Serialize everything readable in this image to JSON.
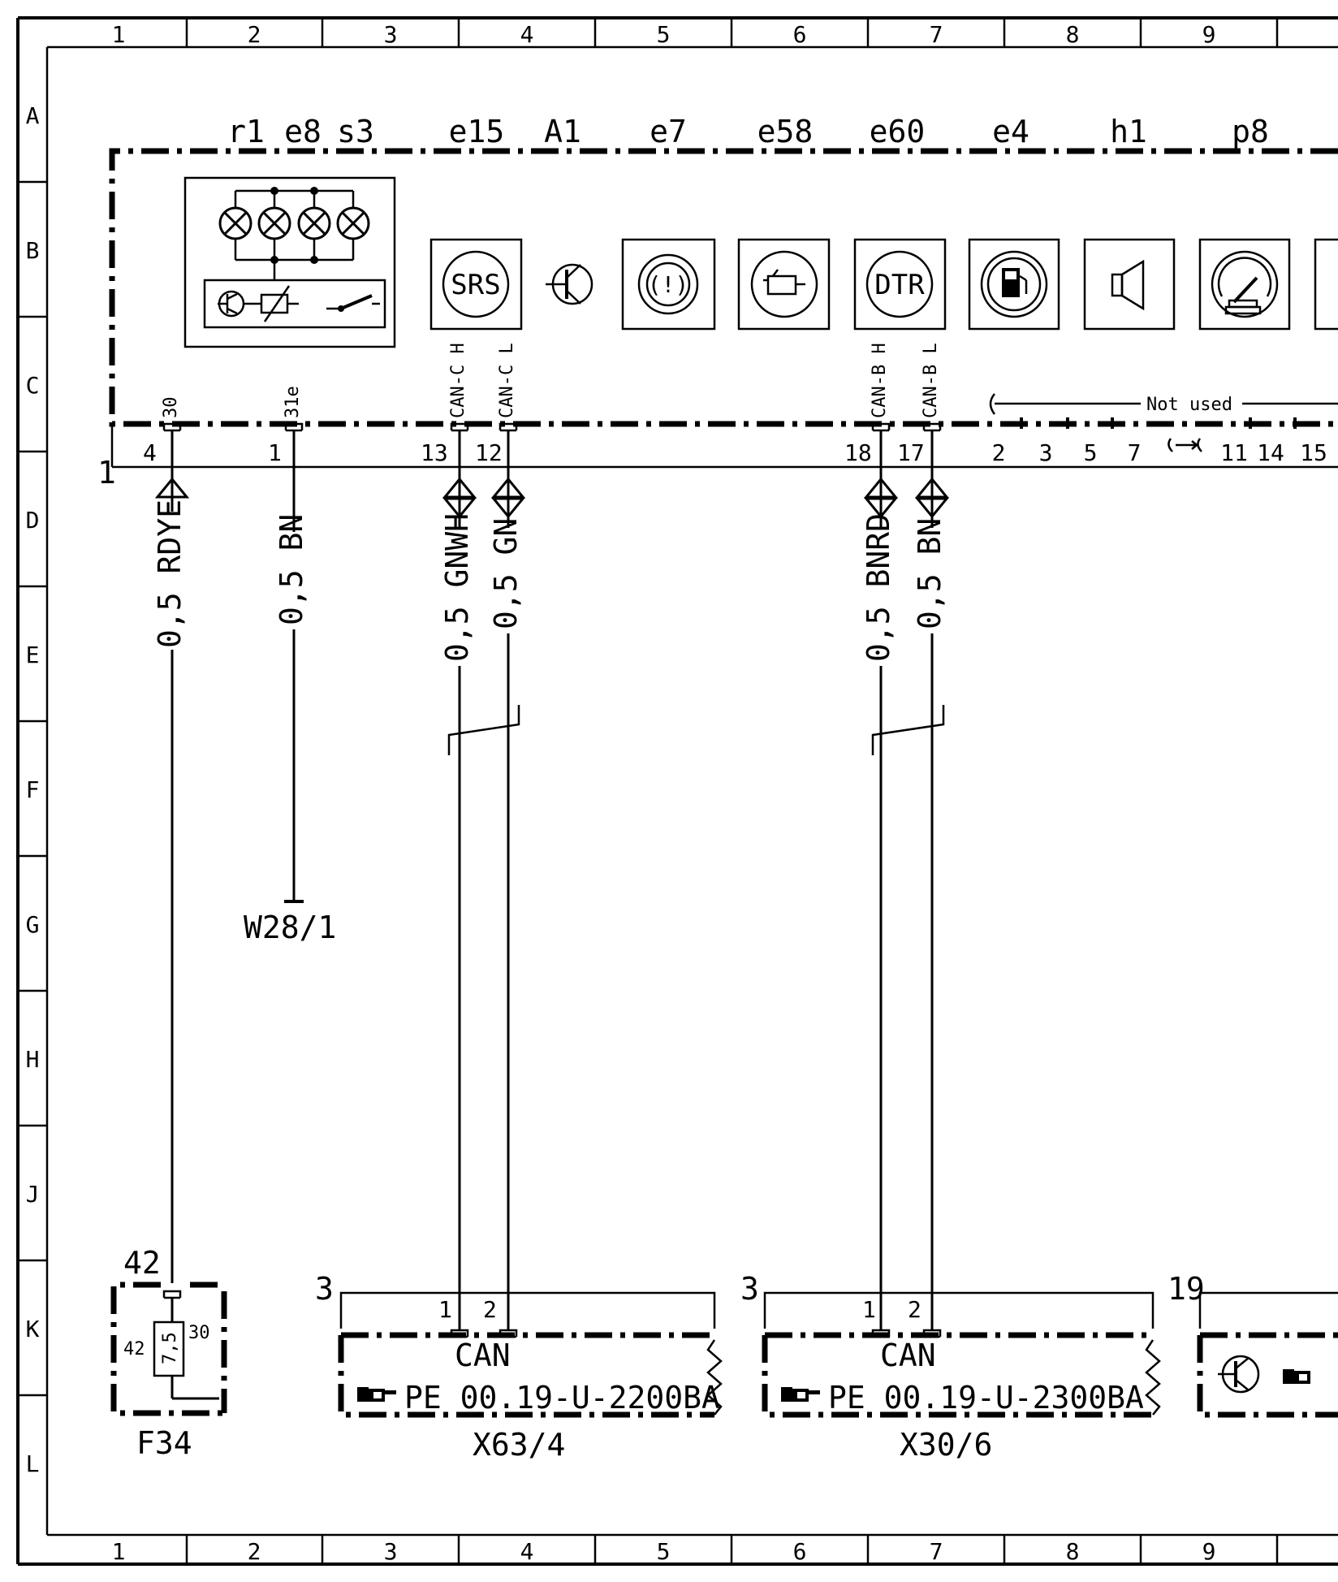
{
  "grid": {
    "columns": [
      "1",
      "2",
      "3",
      "4",
      "5",
      "6",
      "7",
      "8",
      "9"
    ],
    "rows": [
      "A",
      "B",
      "C",
      "D",
      "E",
      "F",
      "G",
      "H",
      "J",
      "K",
      "L"
    ]
  },
  "module": {
    "number": "1",
    "component_codes": [
      "r1",
      "e8",
      "s3",
      "e15",
      "A1",
      "e7",
      "e58",
      "e60",
      "e4",
      "h1",
      "p8"
    ],
    "icons": [
      {
        "name": "lamp-cluster-icon"
      },
      {
        "name": "srs-icon",
        "text": "SRS"
      },
      {
        "name": "transistor-icon"
      },
      {
        "name": "brake-warning-icon",
        "text": "(!)"
      },
      {
        "name": "engine-icon"
      },
      {
        "name": "dtr-icon",
        "text": "DTR"
      },
      {
        "name": "fuel-icon"
      },
      {
        "name": "speaker-icon"
      },
      {
        "name": "speedometer-icon"
      }
    ],
    "not_used_label": "Not used",
    "unused_pins": [
      "2",
      "3",
      "5",
      "7",
      "11",
      "14",
      "15"
    ]
  },
  "pins": [
    {
      "name": "30",
      "number": "4",
      "wire": "0,5 RDYE"
    },
    {
      "name": "31e",
      "number": "1",
      "wire": "0,5 BN"
    },
    {
      "name": "CAN-C H",
      "number": "13",
      "wire": "0,5 GNWH"
    },
    {
      "name": "CAN-C L",
      "number": "12",
      "wire": "0,5 GN"
    },
    {
      "name": "CAN-B H",
      "number": "18",
      "wire": "0,5 BNRD"
    },
    {
      "name": "CAN-B L",
      "number": "17",
      "wire": "0,5 BN"
    }
  ],
  "ground": "W28/1",
  "fuse": {
    "id": "F34",
    "number": "42",
    "left_label": "42",
    "rating": "7,5",
    "right_label": "30"
  },
  "connectors": [
    {
      "id": "X63/4",
      "number": "3",
      "pin1": "1",
      "pin2": "2",
      "label": "CAN",
      "ref": "PE 00.19-U-2200BA"
    },
    {
      "id": "X30/6",
      "number": "3",
      "pin1": "1",
      "pin2": "2",
      "label": "CAN",
      "ref": "PE 00.19-U-2300BA"
    },
    {
      "id": "",
      "number": "19"
    }
  ],
  "colors": {
    "ink": "#000000",
    "paper": "#ffffff"
  }
}
